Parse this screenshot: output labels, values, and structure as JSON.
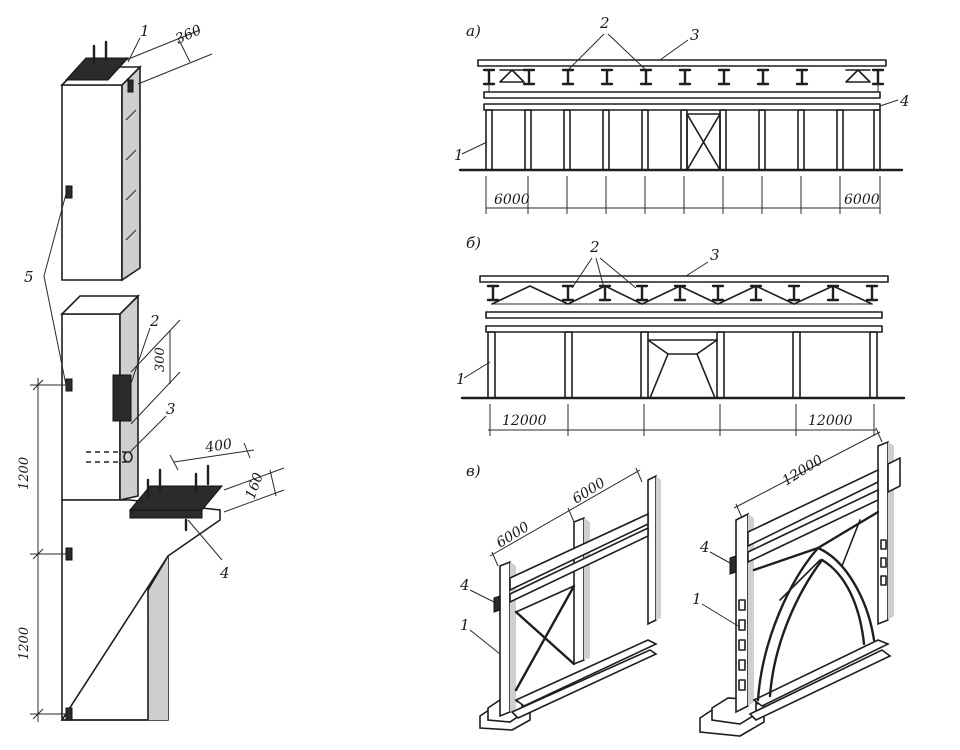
{
  "left_view": {
    "callouts": [
      "1",
      "2",
      "3",
      "4",
      "5"
    ],
    "dimensions": {
      "plate_top": "360",
      "plate_side": "300",
      "bracket_length": "400",
      "bracket_width": "160",
      "height_upper": "1200",
      "height_lower": "1200"
    }
  },
  "view_a": {
    "letter": "а)",
    "callouts": [
      "1",
      "2",
      "3",
      "4"
    ],
    "dim_left": "6000",
    "dim_right": "6000"
  },
  "view_b": {
    "letter": "б)",
    "callouts": [
      "1",
      "2",
      "3"
    ],
    "dim_left": "12000",
    "dim_right": "12000"
  },
  "view_c": {
    "letter": "в)",
    "callouts": [
      "1",
      "4",
      "1",
      "4"
    ],
    "dim_span_a": "6000",
    "dim_span_b": "6000",
    "dim_span_c": "12000"
  }
}
